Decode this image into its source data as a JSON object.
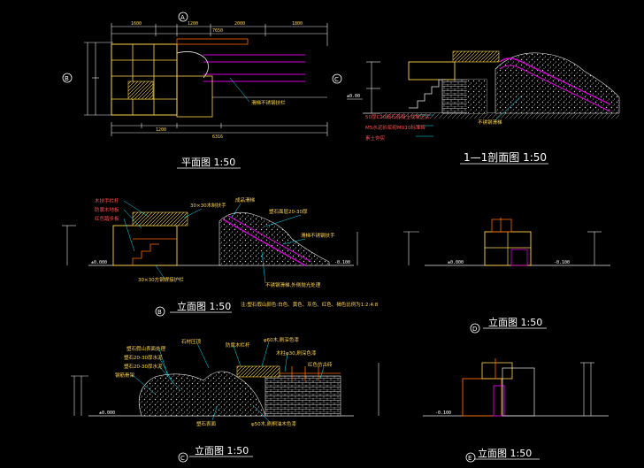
{
  "colors": {
    "background": "#000000",
    "outline": "#ffd54a",
    "dimension": "#e8e8e8",
    "leader": "#00e5ff",
    "slide": "#d400d4",
    "wall": "#ff6a00",
    "rock": "#bdbdbd",
    "note_red": "#ff4d4d",
    "title": "#ffffff"
  },
  "views": {
    "plan": {
      "title": "平面图 1:50",
      "label": "平面图 1:50"
    },
    "section_1_1": {
      "title": "1—1剖面图 1:50"
    },
    "elevation_b": {
      "title": "立面图 1:50",
      "marker": "B"
    },
    "elevation_d": {
      "title": "立面图 1:50",
      "marker": "D"
    },
    "elevation_c": {
      "title": "立面图 1:50",
      "marker": "C"
    },
    "elevation_e": {
      "title": "立面图 1:50",
      "marker": "E"
    }
  },
  "plan_markers": {
    "north": "A",
    "west": "B",
    "east": "C"
  },
  "levels": {
    "section": "±0.00",
    "b_left": "±0.000",
    "b_right": "-0.100",
    "d_left": "±0.000",
    "d_right": "-0.100",
    "c_left": "±0.000",
    "e_left": "-0.100"
  },
  "section_notes": [
    "50厚C20细石混凝土找坡压实",
    "M5水泥砂浆砌MU10标准砖",
    "素土夯实"
  ],
  "section_callout": "不锈钢滑梯",
  "plan_callout": "滑梯不锈钢扶栏",
  "elev_b_notes_left": [
    "木扶手栏杆",
    "防腐木地板",
    "红色踏步板"
  ],
  "elev_b_notes_top": [
    "30×30木制扶手",
    "成品滑梯"
  ],
  "elev_b_notes_right": [
    "塑石面层20-30厚",
    "滑梯不锈钢扶手",
    "不锈钢滑梯,外侧抛光处理"
  ],
  "elev_b_note_bottom": "30×30方钢焊接护栏",
  "elev_b_caption": "注:塑石假山颜色:白色、黄色、灰色、红色、褐色比例为1:2:4:8",
  "elev_c_notes": [
    "塑石假山表面处理",
    "塑石20-30厚水泥",
    "塑石20-30厚水泥",
    "钢筋骨架"
  ],
  "elev_c_notes_top": [
    "石材压顶",
    "防腐木栏杆",
    "φ60木,刷深色漆",
    "木柱φ30,刷深色漆",
    "红色仿古砖"
  ],
  "elev_c_notes_bottom": [
    "塑石表面",
    "φ50木,刷桐油木色漆"
  ]
}
